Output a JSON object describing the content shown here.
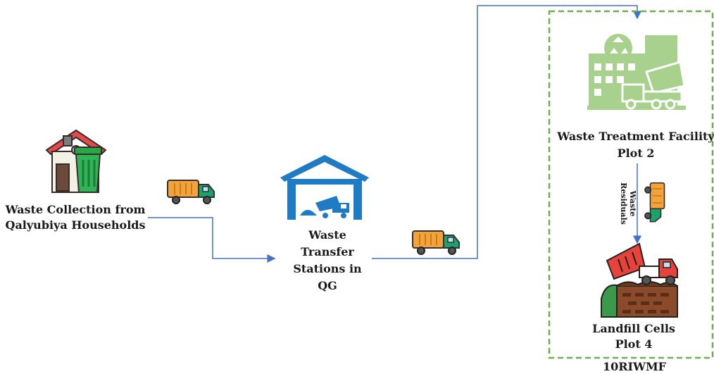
{
  "nodes": {
    "households": {
      "line1": "Waste Collection from",
      "line2": "Qalyubiya Households",
      "icon": "house-with-bin-icon"
    },
    "transfer": {
      "line1": "Waste",
      "line2": "Transfer",
      "line3": "Stations in",
      "line4": "QG",
      "icon": "warehouse-dump-truck-icon"
    },
    "treatment": {
      "line1": "Waste Treatment Facility",
      "line2": "Plot 2",
      "icon": "recycling-facility-icon"
    },
    "landfill": {
      "line1": "Landfill Cells",
      "line2": "Plot 4",
      "icon": "landfill-dump-truck-icon"
    }
  },
  "edges": {
    "residuals_label": "Waste Residuals"
  },
  "boundary": {
    "label": "10RIWMF",
    "style": "dashed",
    "color": "#6ab04c"
  },
  "colors": {
    "arrow": "#4472c4",
    "facility": "#a9d18e",
    "warehouse": "#1f7bc4",
    "truck_orange": "#f4a23a",
    "truck_green": "#1aa36b"
  }
}
